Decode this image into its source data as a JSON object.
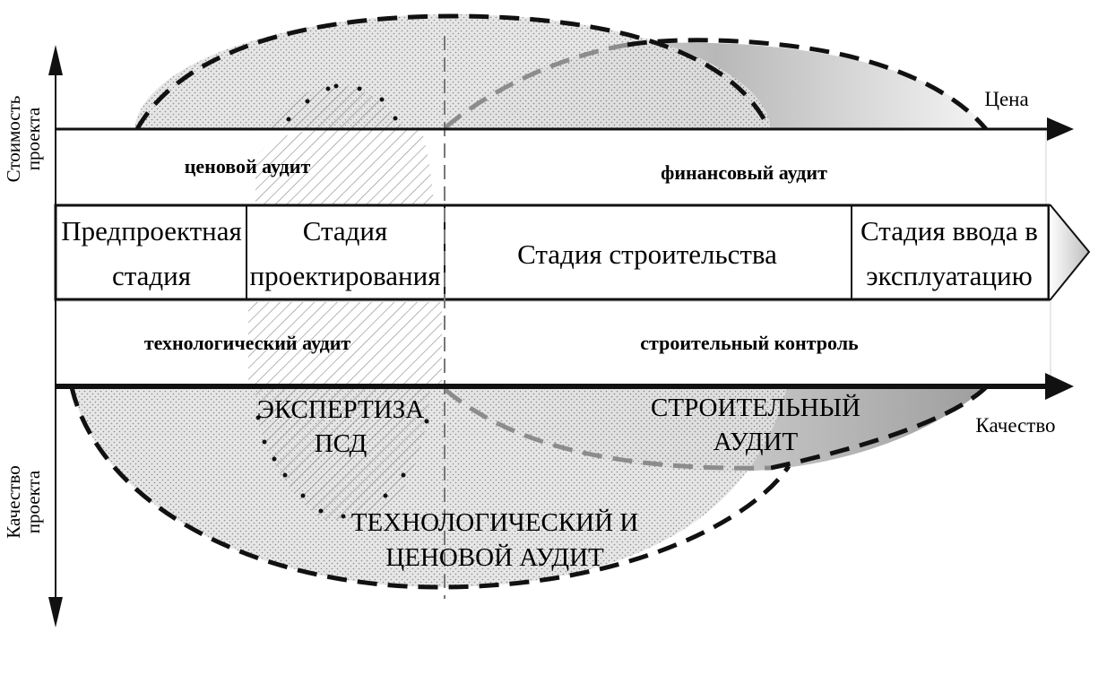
{
  "axes": {
    "cost_label": [
      "Стоимость",
      "проекта"
    ],
    "quality_label": [
      "Качество",
      "проекта"
    ],
    "price_arrow_label": "Цена",
    "quality_arrow_label": "Качество"
  },
  "upper_band": {
    "left": "ценовой аудит",
    "right": "финансовый аудит"
  },
  "stages": [
    {
      "lines": [
        "Предпроектная",
        "стадия"
      ]
    },
    {
      "lines": [
        "Стадия",
        "проектирования"
      ]
    },
    {
      "lines": [
        "Стадия строительства"
      ]
    },
    {
      "lines": [
        "Стадия ввода в",
        "эксплуатацию"
      ]
    }
  ],
  "lower_band": {
    "left": "технологический аудит",
    "right": "строительный контроль"
  },
  "zones": {
    "expertise": [
      "ЭКСПЕРТИЗА",
      "ПСД"
    ],
    "construction_audit": [
      "СТРОИТЕЛЬНЫЙ",
      "АУДИТ"
    ],
    "tech_price_audit": [
      "ТЕХНОЛОГИЧЕСКИЙ И",
      "ЦЕНОВОЙ АУДИТ"
    ]
  },
  "colors": {
    "ellipse_fill": "#d9d9d9",
    "dots": "#8a8a8a",
    "hatch": "#9a9a9a",
    "dashed_dark": "#111111",
    "dashed_grey": "#8c8c8c",
    "grad_dark": "#a8a8a8",
    "grad_light": "#ffffff"
  }
}
